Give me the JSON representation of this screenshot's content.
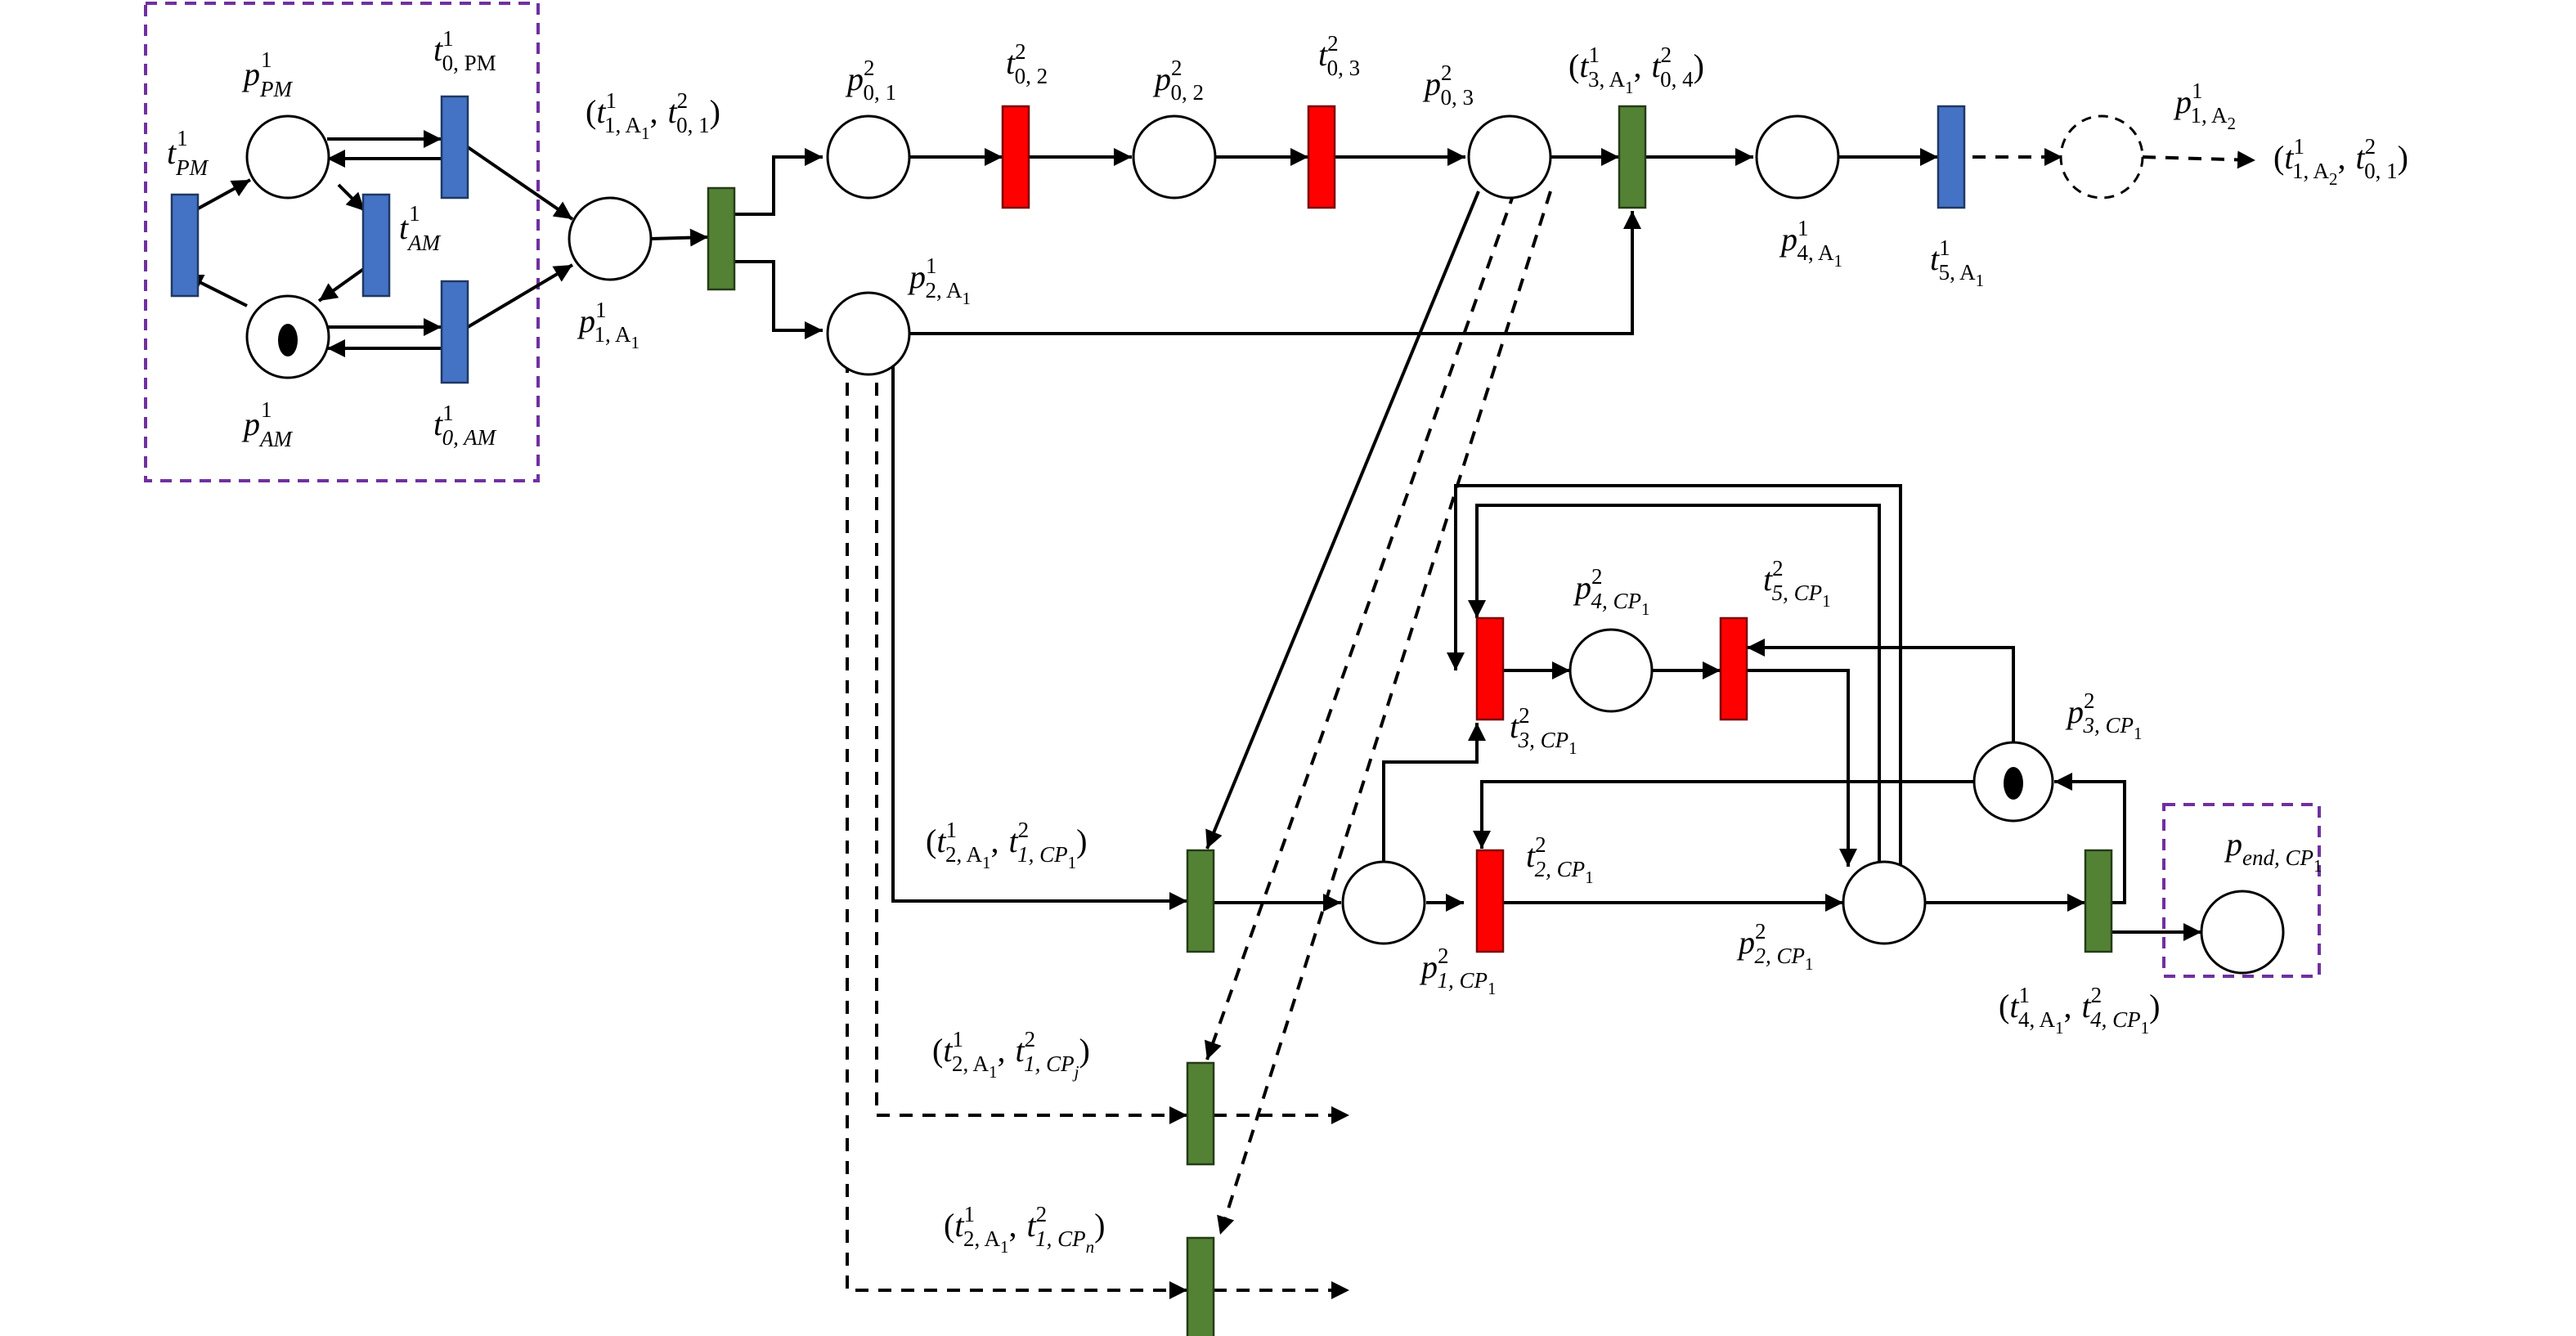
{
  "colors": {
    "agent_transition": "#4472C4",
    "process_transition": "#FF0000",
    "shared_transition": "#548235",
    "boundary": "#7030A0"
  },
  "labels": {
    "p_PM": {
      "base": "p",
      "sup": "1",
      "sub": "PM"
    },
    "t_0PM": {
      "base": "t",
      "sup": "1",
      "sub": "0, PM"
    },
    "t_PM": {
      "base": "t",
      "sup": "1",
      "sub": "PM"
    },
    "t_AM": {
      "base": "t",
      "sup": "1",
      "sub": "AM"
    },
    "p_AM": {
      "base": "p",
      "sup": "1",
      "sub": "AM"
    },
    "t_0AM": {
      "base": "t",
      "sup": "1",
      "sub": "0, AM"
    },
    "sync_1": {
      "open": "(",
      "t1": "t",
      "t1sup": "1",
      "t1sub": "1, A",
      "t1subsub": "1",
      "sep": ",",
      "t2": "t",
      "t2sup": "2",
      "t2sub": "0, 1",
      "close": ")"
    },
    "p_1A1": {
      "base": "p",
      "sup": "1",
      "sub": "1, A",
      "subsub": "1"
    },
    "p_01": {
      "base": "p",
      "sup": "2",
      "sub": "0, 1"
    },
    "t_02": {
      "base": "t",
      "sup": "2",
      "sub": "0, 2"
    },
    "p_02": {
      "base": "p",
      "sup": "2",
      "sub": "0, 2"
    },
    "t_03": {
      "base": "t",
      "sup": "2",
      "sub": "0, 3"
    },
    "p_03": {
      "base": "p",
      "sup": "2",
      "sub": "0, 3"
    },
    "sync_3": {
      "open": "(",
      "t1": "t",
      "t1sup": "1",
      "t1sub": "3, A",
      "t1subsub": "1",
      "sep": ",",
      "t2": "t",
      "t2sup": "2",
      "t2sub": "0, 4",
      "close": ")"
    },
    "p_4A1": {
      "base": "p",
      "sup": "1",
      "sub": "4, A",
      "subsub": "1"
    },
    "t_5A1": {
      "base": "t",
      "sup": "1",
      "sub": "5, A",
      "subsub": "1"
    },
    "p_1A2": {
      "base": "p",
      "sup": "1",
      "sub": "1, A",
      "subsub": "2"
    },
    "sync_next": {
      "open": "(",
      "t1": "t",
      "t1sup": "1",
      "t1sub": "1, A",
      "t1subsub": "2",
      "sep": ",",
      "t2": "t",
      "t2sup": "2",
      "t2sub": "0, 1",
      "close": ")"
    },
    "p_2A1": {
      "base": "p",
      "sup": "1",
      "sub": "2, A",
      "subsub": "1"
    },
    "p_4CP1": {
      "base": "p",
      "sup": "2",
      "sub": "4, CP",
      "subsub": "1"
    },
    "t_5CP1": {
      "base": "t",
      "sup": "2",
      "sub": "5, CP",
      "subsub": "1"
    },
    "t_3CP1": {
      "base": "t",
      "sup": "2",
      "sub": "3, CP",
      "subsub": "1"
    },
    "p_3CP1": {
      "base": "p",
      "sup": "2",
      "sub": "3, CP",
      "subsub": "1"
    },
    "sync_2": {
      "open": "(",
      "t1": "t",
      "t1sup": "1",
      "t1sub": "2, A",
      "t1subsub": "1",
      "sep": ",",
      "t2": "t",
      "t2sup": "2",
      "t2sub": "1, CP",
      "t2subsub": "1",
      "close": ")"
    },
    "t_2CP1": {
      "base": "t",
      "sup": "2",
      "sub": "2, CP",
      "subsub": "1"
    },
    "p_endCP1": {
      "base": "p",
      "sub": "end, CP",
      "subsub": "1"
    },
    "p_1CP1": {
      "base": "p",
      "sup": "2",
      "sub": "1, CP",
      "subsub": "1"
    },
    "p_2CP1": {
      "base": "p",
      "sup": "2",
      "sub": "2, CP",
      "subsub": "1"
    },
    "sync_4": {
      "open": "(",
      "t1": "t",
      "t1sup": "1",
      "t1sub": "4, A",
      "t1subsub": "1",
      "sep": ",",
      "t2": "t",
      "t2sup": "2",
      "t2sub": "4, CP",
      "t2subsub": "1",
      "close": ")"
    },
    "sync_j": {
      "open": "(",
      "t1": "t",
      "t1sup": "1",
      "t1sub": "2, A",
      "t1subsub": "1",
      "sep": ",",
      "t2": "t",
      "t2sup": "2",
      "t2sub": "1, CP",
      "t2subsub": "j",
      "close": ")"
    },
    "sync_n": {
      "open": "(",
      "t1": "t",
      "t1sup": "1",
      "t1sub": "2, A",
      "t1subsub": "1",
      "sep": ",",
      "t2": "t",
      "t2sup": "2",
      "t2sub": "1, CP",
      "t2subsub": "n",
      "close": ")"
    }
  }
}
